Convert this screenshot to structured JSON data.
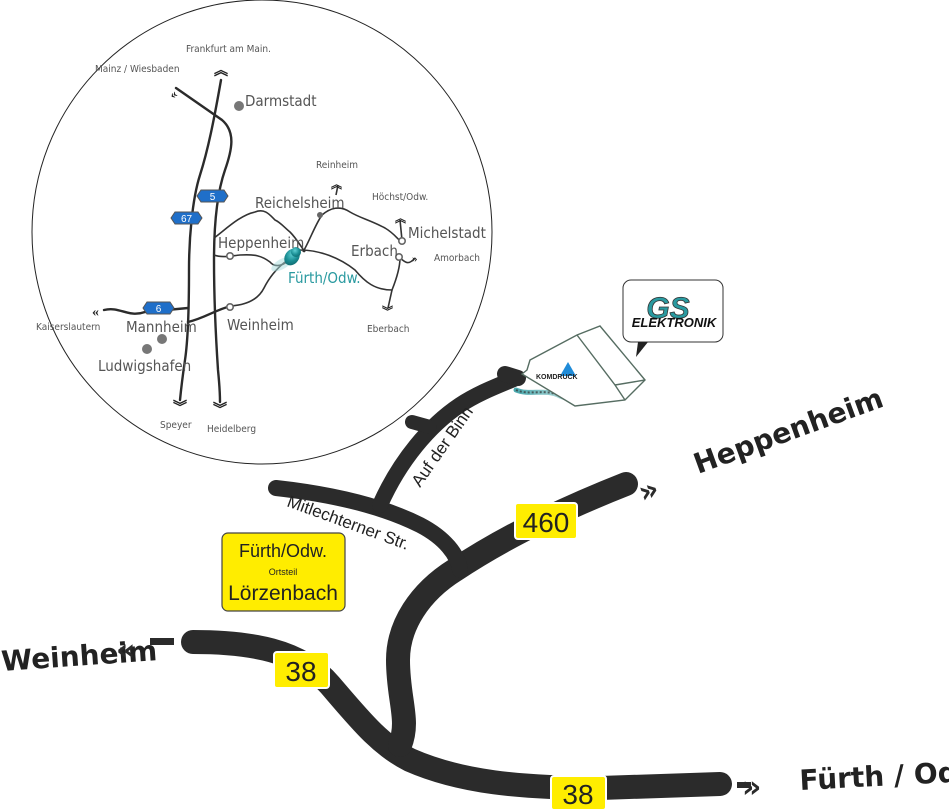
{
  "inset_map": {
    "cities": {
      "frankfurt": "Frankfurt am Main.",
      "mainz": "Mainz / Wiesbaden",
      "darmstadt": "Darmstadt",
      "reinheim": "Reinheim",
      "hoechst": "Höchst/Odw.",
      "reichelsheim": "Reichelsheim",
      "heppenheim": "Heppenheim",
      "michelstadt": "Michelstadt",
      "erbach": "Erbach",
      "amorbach": "Amorbach",
      "fuerth": "Fürth/Odw.",
      "kaiserslautern": "Kaiserslautern",
      "mannheim": "Mannheim",
      "weinheim": "Weinheim",
      "eberbach": "Eberbach",
      "ludwigshafen": "Ludwigshafen",
      "speyer": "Speyer",
      "heidelberg": "Heidelberg"
    },
    "autobahn": {
      "a5": "5",
      "a67": "67",
      "a6": "6"
    },
    "marker_color": "#1a8e94"
  },
  "main_map": {
    "streets": {
      "auf_der_binn": "Auf der Binn",
      "mitlechterner": "Mitlechterner Str."
    },
    "road_numbers": {
      "b460": "460",
      "b38_left": "38",
      "b38_bottom": "38"
    },
    "destinations": {
      "weinheim": "Weinheim",
      "heppenheim": "Heppenheim",
      "fuerth": "Fürth / Odw."
    },
    "town_sign": {
      "line1": "Fürth/Odw.",
      "line2": "Ortsteil",
      "line3": "Lörzenbach"
    },
    "buildings": {
      "komdruck": "KOMDRUCK",
      "logo_top": "GS",
      "logo_bottom": "ELEKTRONIK"
    }
  },
  "colors": {
    "road": "#2b2b2b",
    "sign_yellow": "#ffed00",
    "autobahn_blue": "#1f6fc9",
    "teal": "#2a9aa0"
  }
}
